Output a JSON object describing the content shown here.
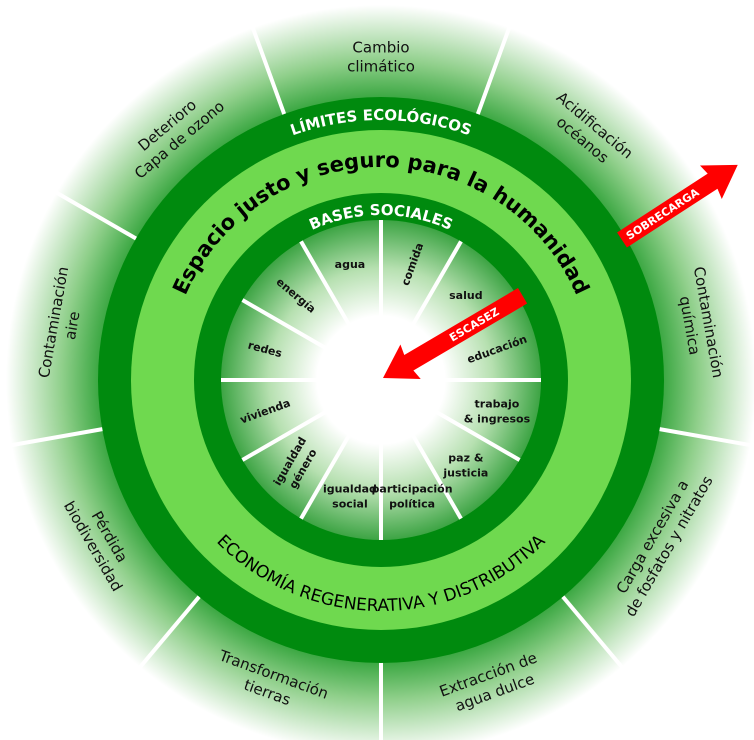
{
  "colors": {
    "dark_green": "#008a0e",
    "light_green": "#6fd94f",
    "arrow_red": "#ff0000"
  },
  "rings": {
    "outer_title": "LÍMITES ECOLÓGICOS",
    "middle_title": "Espacio justo y seguro para la humanidad",
    "inner_title": "BASES SOCIALES",
    "bottom_title": "ECONOMÍA REGENERATIVA Y DISTRIBUTIVA"
  },
  "ecological_limits": [
    {
      "lines": [
        "Cambio",
        "climático"
      ]
    },
    {
      "lines": [
        "Deterioro",
        "Capa de ozono"
      ]
    },
    {
      "lines": [
        "Contaminación",
        "aire"
      ]
    },
    {
      "lines": [
        "Pérdida",
        "biodiversidad"
      ]
    },
    {
      "lines": [
        "Transformación",
        "tierras"
      ]
    },
    {
      "lines": [
        "Extracción de",
        "agua dulce"
      ]
    },
    {
      "lines": [
        "Carga excesiva a",
        "de fosfatos y nitratos"
      ]
    },
    {
      "lines": [
        "Contaminación",
        "química"
      ]
    },
    {
      "lines": [
        "Acidificación",
        "océanos"
      ]
    }
  ],
  "social_foundations": [
    {
      "lines": [
        "comida"
      ]
    },
    {
      "lines": [
        "salud"
      ]
    },
    {
      "lines": [
        "educación"
      ]
    },
    {
      "lines": [
        "trabajo",
        "& ingresos"
      ]
    },
    {
      "lines": [
        "paz &",
        "justicia"
      ]
    },
    {
      "lines": [
        "participación",
        "política"
      ]
    },
    {
      "lines": [
        "igualdad",
        "social"
      ]
    },
    {
      "lines": [
        "igualdad",
        "género"
      ]
    },
    {
      "lines": [
        "vivienda"
      ]
    },
    {
      "lines": [
        "redes"
      ]
    },
    {
      "lines": [
        "energía"
      ]
    },
    {
      "lines": [
        "agua"
      ]
    }
  ],
  "arrows": {
    "shortfall": "ESCASEZ",
    "overshoot": "SOBRECARGA"
  }
}
